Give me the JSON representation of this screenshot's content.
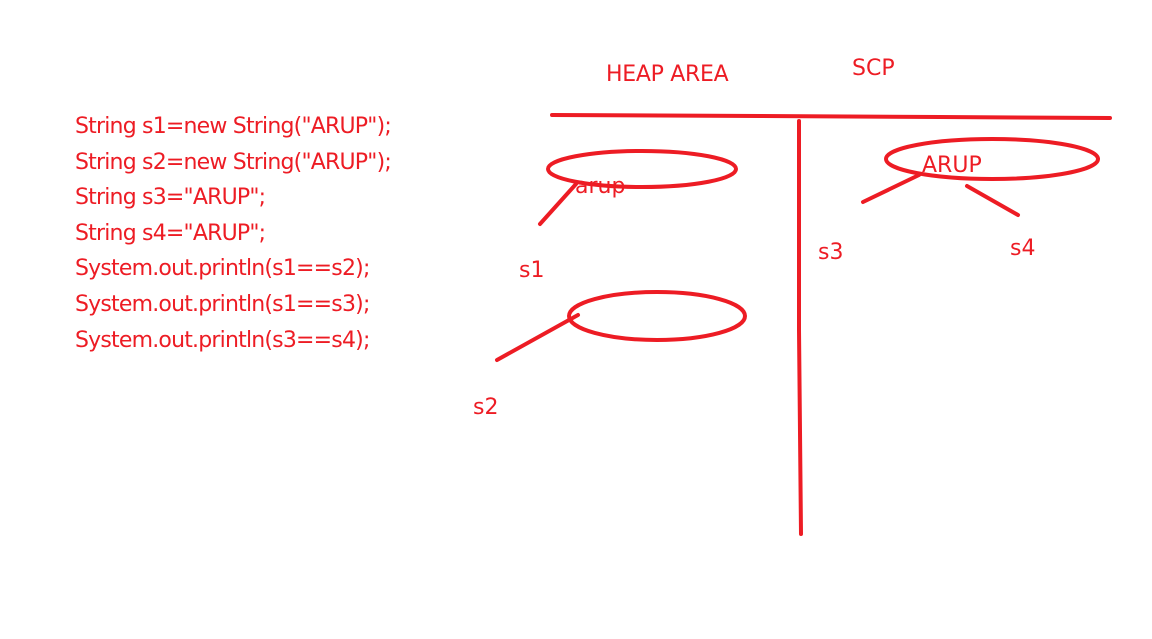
{
  "colors": {
    "ink": "#ed1c24",
    "background": "#ffffff"
  },
  "code": {
    "lines": [
      "String s1=new String(\"ARUP\");",
      "String s2=new String(\"ARUP\");",
      "String s3=\"ARUP\";",
      "String s4=\"ARUP\";",
      "System.out.println(s1==s2);",
      "System.out.println(s1==s3);",
      "System.out.println(s3==s4);"
    ]
  },
  "diagram": {
    "heap_title": "HEAP AREA",
    "scp_title": "SCP",
    "heap_object_1_text": "arup",
    "scp_object_text": "ARUP",
    "ref_s1": "s1",
    "ref_s2": "s2",
    "ref_s3": "s3",
    "ref_s4": "s4"
  }
}
